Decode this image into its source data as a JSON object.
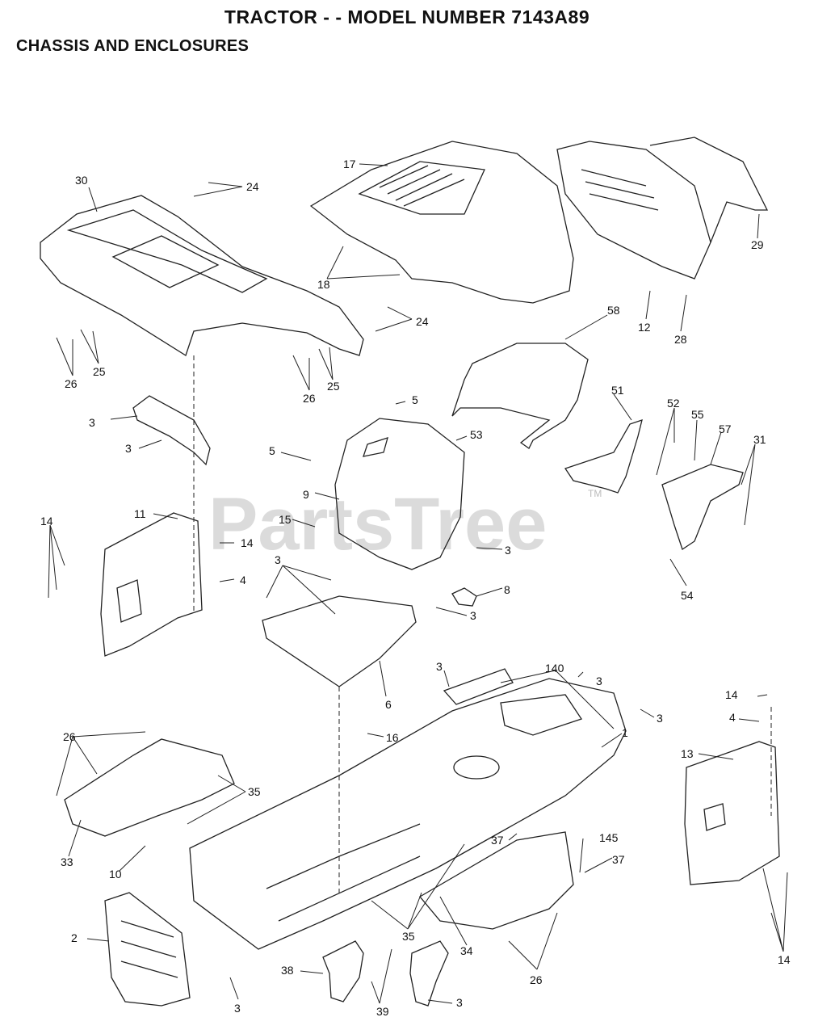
{
  "header": {
    "title": "TRACTOR - - MODEL NUMBER 7143A89",
    "section": "CHASSIS AND ENCLOSURES"
  },
  "watermark": {
    "text": "PartsTree",
    "trademark": "TM"
  },
  "callouts": [
    "30",
    "24",
    "17",
    "29",
    "18",
    "24",
    "12",
    "28",
    "26",
    "25",
    "26",
    "25",
    "58",
    "5",
    "53",
    "51",
    "52",
    "55",
    "57",
    "31",
    "3",
    "3",
    "5",
    "9",
    "15",
    "3",
    "54",
    "11",
    "14",
    "14",
    "4",
    "3",
    "8",
    "3",
    "6",
    "3",
    "140",
    "3",
    "14",
    "4",
    "3",
    "1",
    "13",
    "16",
    "26",
    "35",
    "33",
    "10",
    "37",
    "145",
    "37",
    "2",
    "35",
    "34",
    "26",
    "14",
    "38",
    "3",
    "39",
    "3"
  ]
}
